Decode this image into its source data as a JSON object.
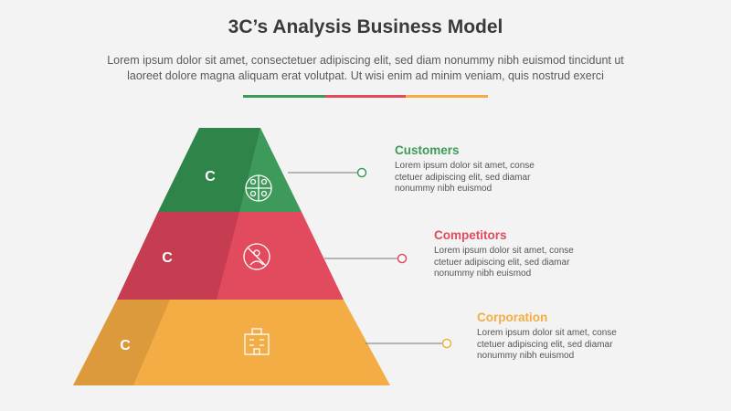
{
  "header": {
    "title": "3C’s Analysis Business Model",
    "subtitle_line1": "Lorem ipsum dolor sit amet, consectetuer adipiscing elit, sed diam nonummy nibh euismod tincidunt ut",
    "subtitle_line2": "laoreet dolore magna aliquam erat volutpat. Ut wisi enim ad minim veniam, quis nostrud exerci"
  },
  "colors": {
    "green": "#3e9a5a",
    "red": "#e24a5e",
    "orange": "#f4ad45"
  },
  "levels": [
    {
      "letter": "C",
      "icon": "people-group-icon",
      "title": "Customers",
      "text_line1": "Lorem ipsum dolor sit amet, conse",
      "text_line2": "ctetuer adipiscing elit, sed diamar",
      "text_line3": "nonummy nibh euismod"
    },
    {
      "letter": "C",
      "icon": "no-person-icon",
      "title": "Competitors",
      "text_line1": "Lorem ipsum dolor sit amet, conse",
      "text_line2": "ctetuer adipiscing elit, sed diamar",
      "text_line3": "nonummy nibh euismod"
    },
    {
      "letter": "C",
      "icon": "building-icon",
      "title": "Corporation",
      "text_line1": "Lorem ipsum dolor sit amet, conse",
      "text_line2": "ctetuer adipiscing elit, sed diamar",
      "text_line3": "nonummy nibh euismod"
    }
  ]
}
